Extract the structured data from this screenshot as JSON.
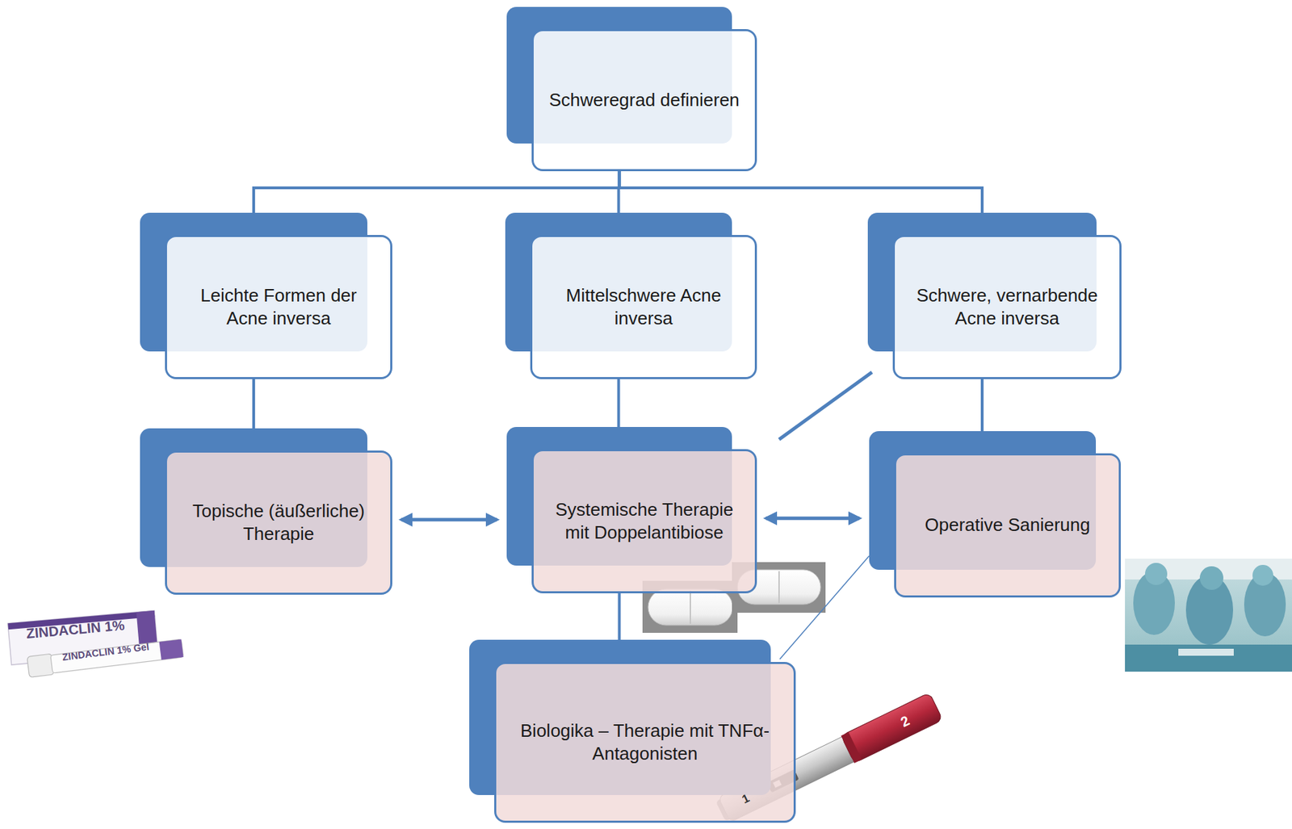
{
  "diagram": {
    "nodes": [
      {
        "text": [
          "Schweregrad definieren"
        ]
      },
      {
        "text": [
          "Leichte Formen der Acne inversa"
        ]
      },
      {
        "text": [
          "Mittelschwere Acne inversa"
        ]
      },
      {
        "text": [
          "Schwere, vernarbende Acne inversa"
        ]
      },
      {
        "text": [
          "Topische (äußerliche) Therapie"
        ]
      },
      {
        "text": [
          "Systemische Therapie mit Doppelantibiose"
        ]
      },
      {
        "text": [
          "Operative Sanierung"
        ]
      },
      {
        "text": [
          "Biologika – Therapie mit TNFα-Antagonisten"
        ]
      }
    ],
    "edges": [
      {
        "from": 0,
        "to": 1,
        "arrow": "none"
      },
      {
        "from": 0,
        "to": 2,
        "arrow": "none"
      },
      {
        "from": 0,
        "to": 3,
        "arrow": "none"
      },
      {
        "from": 1,
        "to": 4,
        "arrow": "none"
      },
      {
        "from": 2,
        "to": 5,
        "arrow": "none"
      },
      {
        "from": 3,
        "to": 6,
        "arrow": "none"
      },
      {
        "from": 4,
        "to": 5,
        "arrow": "both"
      },
      {
        "from": 5,
        "to": 6,
        "arrow": "both"
      },
      {
        "from": 3,
        "to": 5,
        "arrow": "none"
      },
      {
        "from": 5,
        "to": 7,
        "arrow": "none"
      },
      {
        "from": 6,
        "to": 7,
        "arrow": "none"
      }
    ],
    "labels": [
      "ZINDACLIN 1%",
      "ZINDACLIN 1% Gel",
      "1",
      "2"
    ]
  }
}
